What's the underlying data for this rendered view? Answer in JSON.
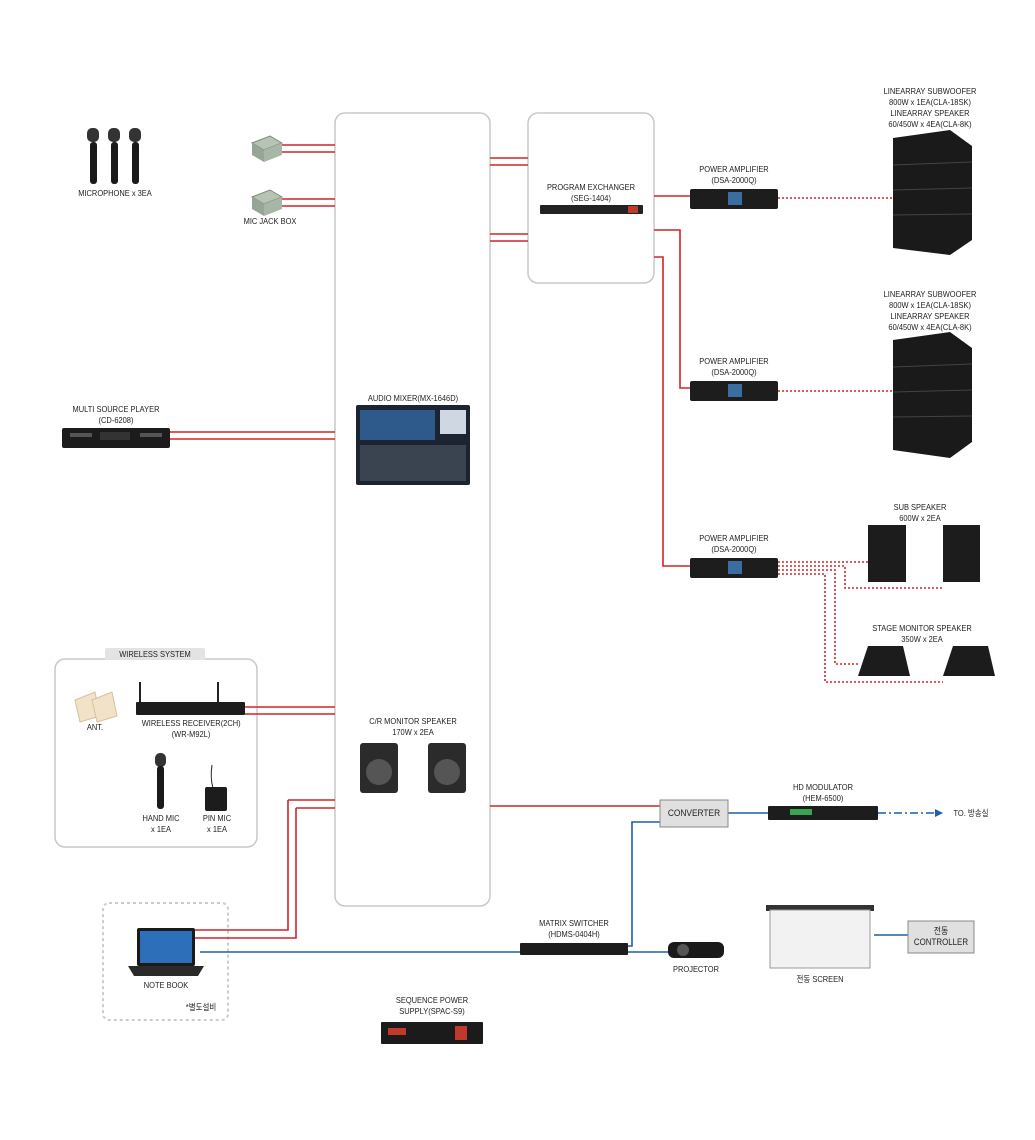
{
  "labels": {
    "microphone": "MICROPHONE x 3EA",
    "mic_jack_box": "MIC JACK BOX",
    "multi_source_player": [
      "MULTI SOURCE PLAYER",
      "(CD-6208)"
    ],
    "wireless_system": "WIRELESS SYSTEM",
    "ant": "ANT.",
    "wireless_receiver": [
      "WIRELESS RECEIVER(2CH)",
      "(WR-M92L)"
    ],
    "hand_mic": [
      "HAND MIC",
      "x 1EA"
    ],
    "pin_mic": [
      "PIN MIC",
      "x 1EA"
    ],
    "note_book": "NOTE BOOK",
    "separate_equipment": "*별도설비",
    "audio_mixer": "AUDIO MIXER(MX-1646D)",
    "cr_monitor_speaker": [
      "C/R MONITOR SPEAKER",
      "170W x 2EA"
    ],
    "program_exchanger": [
      "PROGRAM EXCHANGER",
      "(SEG-1404)"
    ],
    "power_amplifier_1": [
      "POWER AMPLIFIER",
      "(DSA-2000Q)"
    ],
    "power_amplifier_2": [
      "POWER AMPLIFIER",
      "(DSA-2000Q)"
    ],
    "power_amplifier_3": [
      "POWER AMPLIFIER",
      "(DSA-2000Q)"
    ],
    "linearray_1": [
      "LINEARRAY SUBWOOFER",
      "800W x 1EA(CLA-18SK)",
      "LINEARRAY SPEAKER",
      "60/450W x 4EA(CLA-8K)"
    ],
    "linearray_2": [
      "LINEARRAY SUBWOOFER",
      "800W x 1EA(CLA-18SK)",
      "LINEARRAY SPEAKER",
      "60/450W x 4EA(CLA-8K)"
    ],
    "sub_speaker": [
      "SUB SPEAKER",
      "600W x 2EA"
    ],
    "stage_monitor": [
      "STAGE MONITOR SPEAKER",
      "350W x 2EA"
    ],
    "converter": "CONVERTER",
    "hd_modulator": [
      "HD MODULATOR",
      "(HEM-6500)"
    ],
    "to_broadcast": "TO. 방송실",
    "matrix_switcher": [
      "MATRIX SWITCHER",
      "(HDMS-0404H)"
    ],
    "projector": "PROJECTOR",
    "screen": "전동 SCREEN",
    "controller": [
      "전동",
      "CONTROLLER"
    ],
    "sequence_power": [
      "SEQUENCE POWER",
      "SUPPLY(SPAC-S9)"
    ]
  },
  "colors": {
    "audio_line": "#d2232a",
    "video_line": "#1f5fa8",
    "frame": "#c8c8c8",
    "device": "#1a1a1a"
  }
}
